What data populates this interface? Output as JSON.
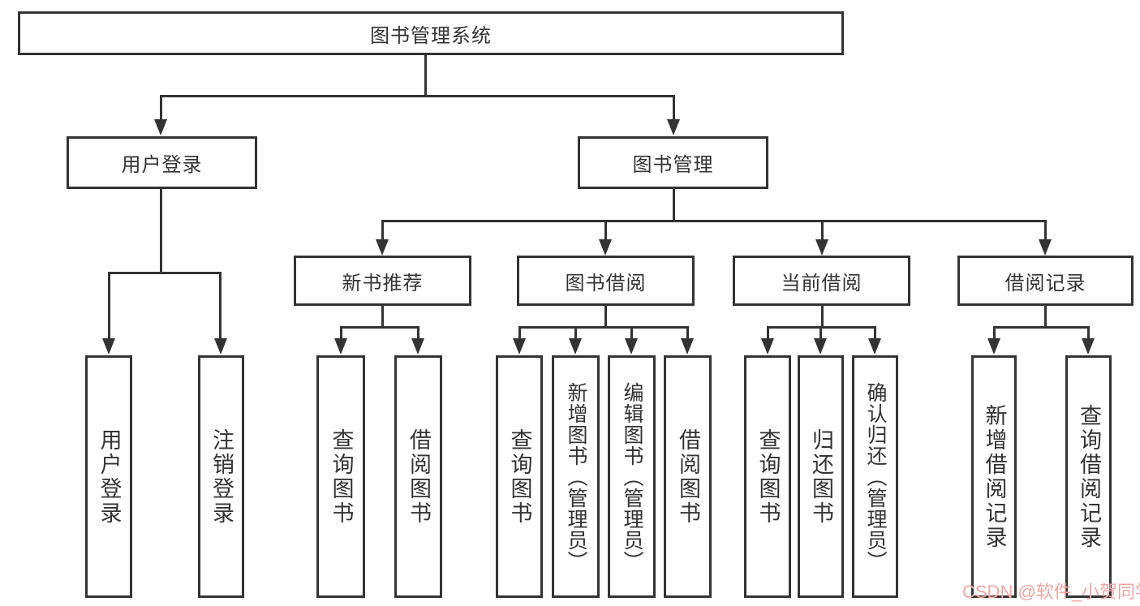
{
  "diagram_title": "图书管理系统",
  "nodes": {
    "root": "图书管理系统",
    "user_login": "用户登录",
    "book_mgmt": "图书管理",
    "new_book_rec": "新书推荐",
    "book_borrow": "图书借阅",
    "current_borrow": "当前借阅",
    "borrow_records": "借阅记录",
    "login": "用户登录",
    "logout": "注销登录",
    "rec_query_books": "查询图书",
    "rec_borrow_books": "借阅图书",
    "bb_query_books": "查询图书",
    "bb_add_books": "新增图书（管理员）",
    "bb_edit_books": "编辑图书（管理员）",
    "bb_borrow_books": "借阅图书",
    "cb_query_books": "查询图书",
    "cb_return_books": "归还图书",
    "cb_confirm_return": "确认归还（管理员）",
    "br_add_record": "新增借阅记录",
    "br_query_record": "查询借阅记录"
  },
  "watermark": {
    "text": "CSDN @软件_小贺同学",
    "color": "#f2a5a3"
  },
  "colors": {
    "line": "#333333",
    "box_border": "#333333",
    "text": "#333333",
    "background": "#ffffff"
  }
}
